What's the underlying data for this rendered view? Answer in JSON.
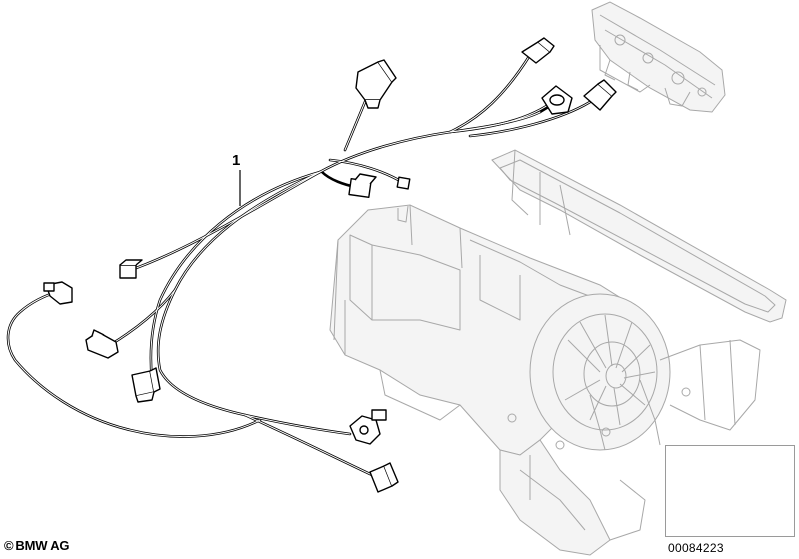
{
  "diagram": {
    "part_callout": "1",
    "copyright_symbol": "©",
    "copyright_text": "BMW AG",
    "image_number": "00084223",
    "parts": [
      {
        "id": "wiring-harness",
        "label": "1"
      },
      {
        "id": "heater-blower-housing"
      },
      {
        "id": "climate-control-panel"
      },
      {
        "id": "vehicle-location-inset"
      }
    ],
    "colors": {
      "line": "#000000",
      "ghost": "#a8a8a8",
      "inset_border": "#9a9a9a"
    }
  }
}
